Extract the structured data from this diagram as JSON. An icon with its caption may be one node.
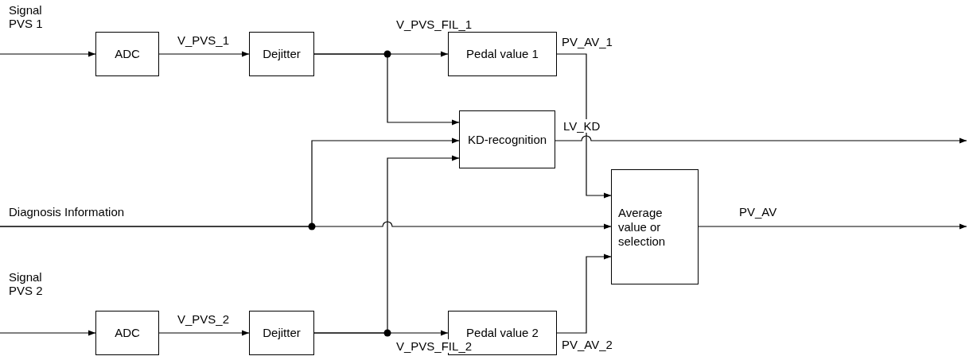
{
  "diagram": {
    "nodes": [
      {
        "text": [
          "ADC"
        ]
      },
      {
        "text": [
          "Dejitter"
        ]
      },
      {
        "text": [
          "Pedal value 1"
        ]
      },
      {
        "text": [
          "KD-recognition"
        ]
      },
      {
        "text": [
          "Average value or selection"
        ]
      },
      {
        "text": [
          "ADC"
        ]
      },
      {
        "text": [
          "Dejitter"
        ]
      },
      {
        "text": [
          "Pedal value 2"
        ]
      }
    ],
    "edges": [
      {
        "from": null,
        "to": 0,
        "arrow": "to",
        "label": "Signal PVS 1"
      },
      {
        "from": 0,
        "to": 1,
        "arrow": "to",
        "label": "V_PVS_1"
      },
      {
        "from": 1,
        "to": 2,
        "arrow": "to",
        "label": "V_PVS_FIL_1"
      },
      {
        "from": 1,
        "to": 3,
        "arrow": "to"
      },
      {
        "from": 2,
        "to": 4,
        "arrow": "to",
        "label": "PV_AV_1"
      },
      {
        "from": 3,
        "to": null,
        "arrow": "to",
        "label": "LV_KD"
      },
      {
        "from": null,
        "to": 3,
        "arrow": "to"
      },
      {
        "from": null,
        "to": 4,
        "arrow": "to",
        "label": "Diagnosis Information"
      },
      {
        "from": 4,
        "to": null,
        "arrow": "to",
        "label": "PV_AV"
      },
      {
        "from": null,
        "to": 5,
        "arrow": "to",
        "label": "Signal PVS 2"
      },
      {
        "from": 5,
        "to": 6,
        "arrow": "to",
        "label": "V_PVS_2"
      },
      {
        "from": 6,
        "to": 7,
        "arrow": "to",
        "label": "V_PVS_FIL_2"
      },
      {
        "from": 6,
        "to": 3,
        "arrow": "to"
      },
      {
        "from": 7,
        "to": 4,
        "arrow": "to",
        "label": "PV_AV_2"
      }
    ]
  }
}
